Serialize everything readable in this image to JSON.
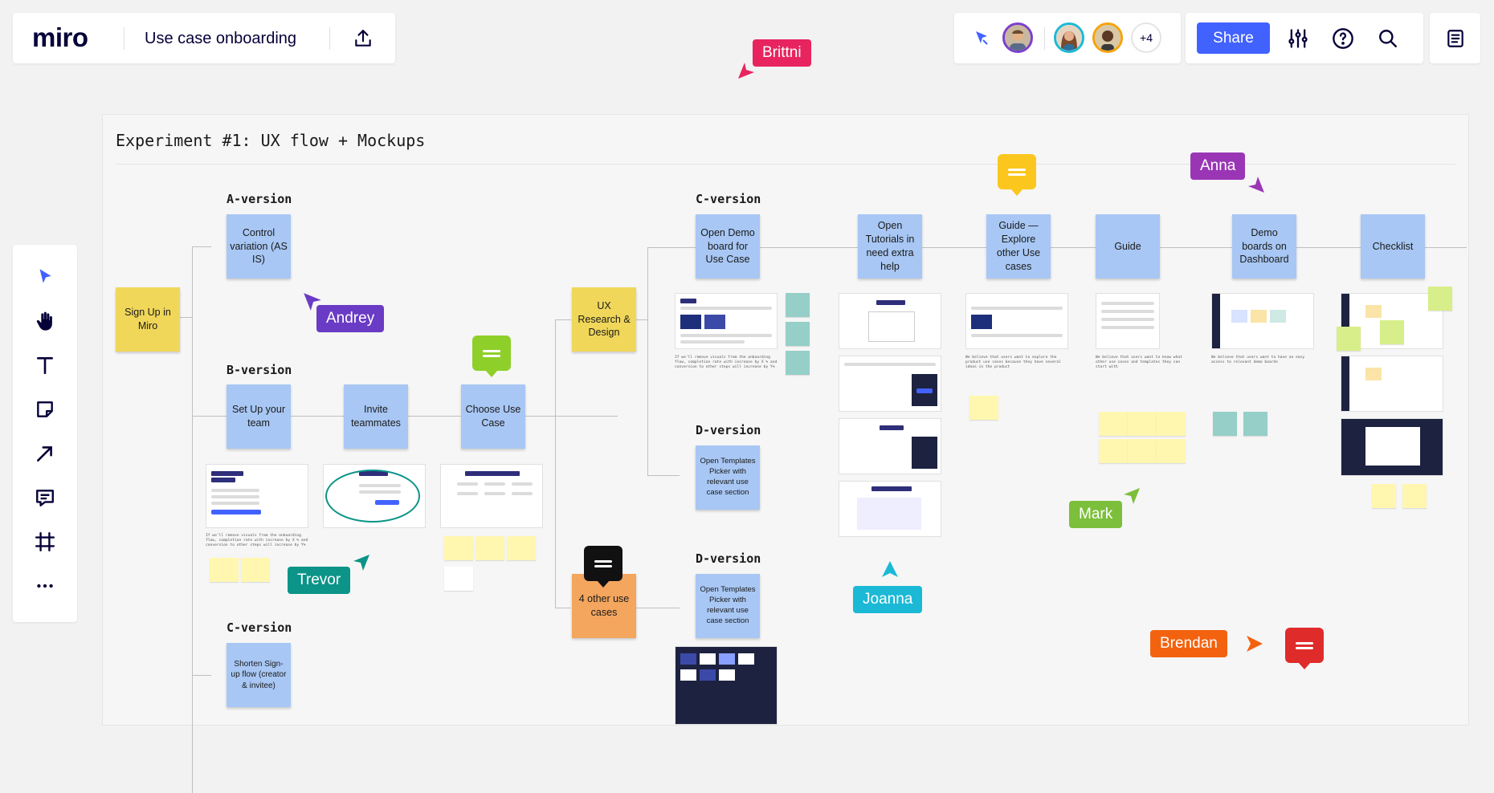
{
  "app": {
    "logo": "miro",
    "board_title": "Use case onboarding",
    "share_label": "Share",
    "extra_collaborators": "+4",
    "accent": "#4262ff"
  },
  "toolbar_icons": [
    "select-icon",
    "hand-icon",
    "text-icon",
    "sticky-note-icon",
    "arrow-icon",
    "comment-icon",
    "frame-icon",
    "more-icon"
  ],
  "frame": {
    "title": "Experiment #1: UX flow + Mockups"
  },
  "labels": {
    "a_version": "A-version",
    "b_version": "B-version",
    "c_version_left": "C-version",
    "c_version_right": "C-version",
    "d_version_1": "D-version",
    "d_version_2": "D-version"
  },
  "stickies": {
    "sign_up": "Sign Up in Miro",
    "control": "Control variation (AS IS)",
    "setup_team": "Set Up your team",
    "invite": "Invite teammates",
    "choose": "Choose Use Case",
    "shorten": "Shorten Sign-up flow (creator & invitee)",
    "ux_research": "UX Research & Design",
    "other_cases": "4 other use cases",
    "open_demo": "Open Demo board for Use Case",
    "open_tutorials": "Open Tutorials in need extra help",
    "guide_explore": "Guide — Explore other Use cases",
    "guide": "Guide",
    "demo_boards": "Demo boards on Dashboard",
    "checklist": "Checklist",
    "templates_1": "Open Templates Picker with relevant use case section",
    "templates_2": "Open Templates Picker with relevant use case section"
  },
  "collaborators": {
    "brittni": "Brittni",
    "andrey": "Andrey",
    "trevor": "Trevor",
    "joanna": "Joanna",
    "mark": "Mark",
    "anna": "Anna",
    "brendan": "Brendan"
  },
  "colors": {
    "brittni": "#e8245f",
    "andrey": "#6a3bc4",
    "trevor": "#0b9487",
    "joanna": "#1bb9d6",
    "mark": "#7cbf3b",
    "anna": "#9a36b5",
    "brendan": "#f3620e",
    "comment_green": "#8fcf2a",
    "comment_yellow": "#fbc71e",
    "comment_black": "#111111",
    "comment_red": "#e02b2b"
  }
}
